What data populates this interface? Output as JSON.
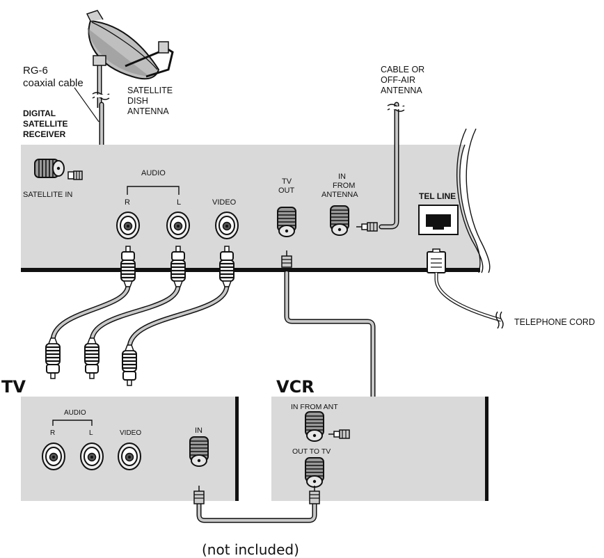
{
  "labels": {
    "rg6": "RG-6",
    "coax": "coaxial cable",
    "sat_dish_1": "SATELLITE",
    "sat_dish_2": "DISH",
    "sat_dish_3": "ANTENNA",
    "receiver_1": "DIGITAL",
    "receiver_2": "SATELLITE",
    "receiver_3": "RECEIVER",
    "sat_in": "SATELLITE IN",
    "audio": "AUDIO",
    "r": "R",
    "l": "L",
    "video": "VIDEO",
    "tv_out_1": "TV",
    "tv_out_2": "OUT",
    "in_from_1": "IN",
    "in_from_2": "FROM",
    "in_from_3": "ANTENNA",
    "cable_1": "CABLE OR",
    "cable_2": "OFF-AIR",
    "cable_3": "ANTENNA",
    "tel_line": "TEL LINE",
    "tel_cord": "TELEPHONE CORD",
    "tv": "TV",
    "vcr": "VCR",
    "tv_audio": "AUDIO",
    "tv_r": "R",
    "tv_l": "L",
    "tv_video": "VIDEO",
    "tv_in": "IN",
    "vcr_in": "IN FROM  ANT",
    "vcr_out": "OUT TO TV",
    "note": "(not included)"
  },
  "colors": {
    "panel": "#d9d9d9",
    "line": "#111111",
    "cable_fill": "#c8c8c8"
  }
}
